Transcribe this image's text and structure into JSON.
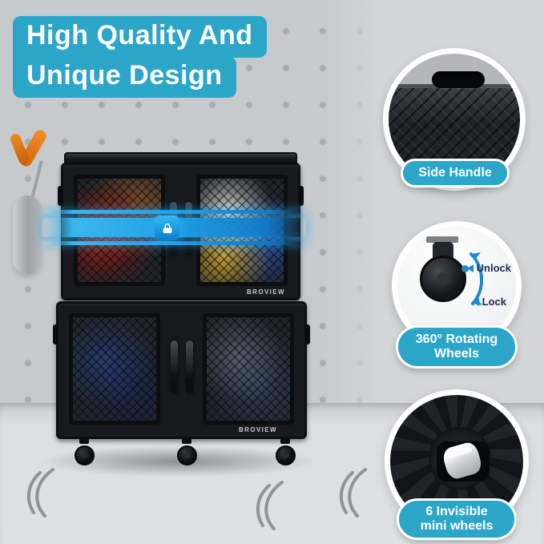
{
  "banner": {
    "line1": "High Quality And",
    "line2": "Unique Design"
  },
  "brand": "BROVIEW",
  "callouts": {
    "side_handle": {
      "label": "Side Handle"
    },
    "rotating_wheels": {
      "label_line1": "360° Rotating",
      "label_line2": "Wheels",
      "unlock": "Unlock",
      "lock": "Lock"
    },
    "mini_wheels": {
      "label_line1": "6 Invisible",
      "label_line2": "mini wheels"
    }
  },
  "colors": {
    "accent": "#2BA6C9",
    "band_blue": "#1FA0E8",
    "arrow_blue": "#1E88D2"
  }
}
